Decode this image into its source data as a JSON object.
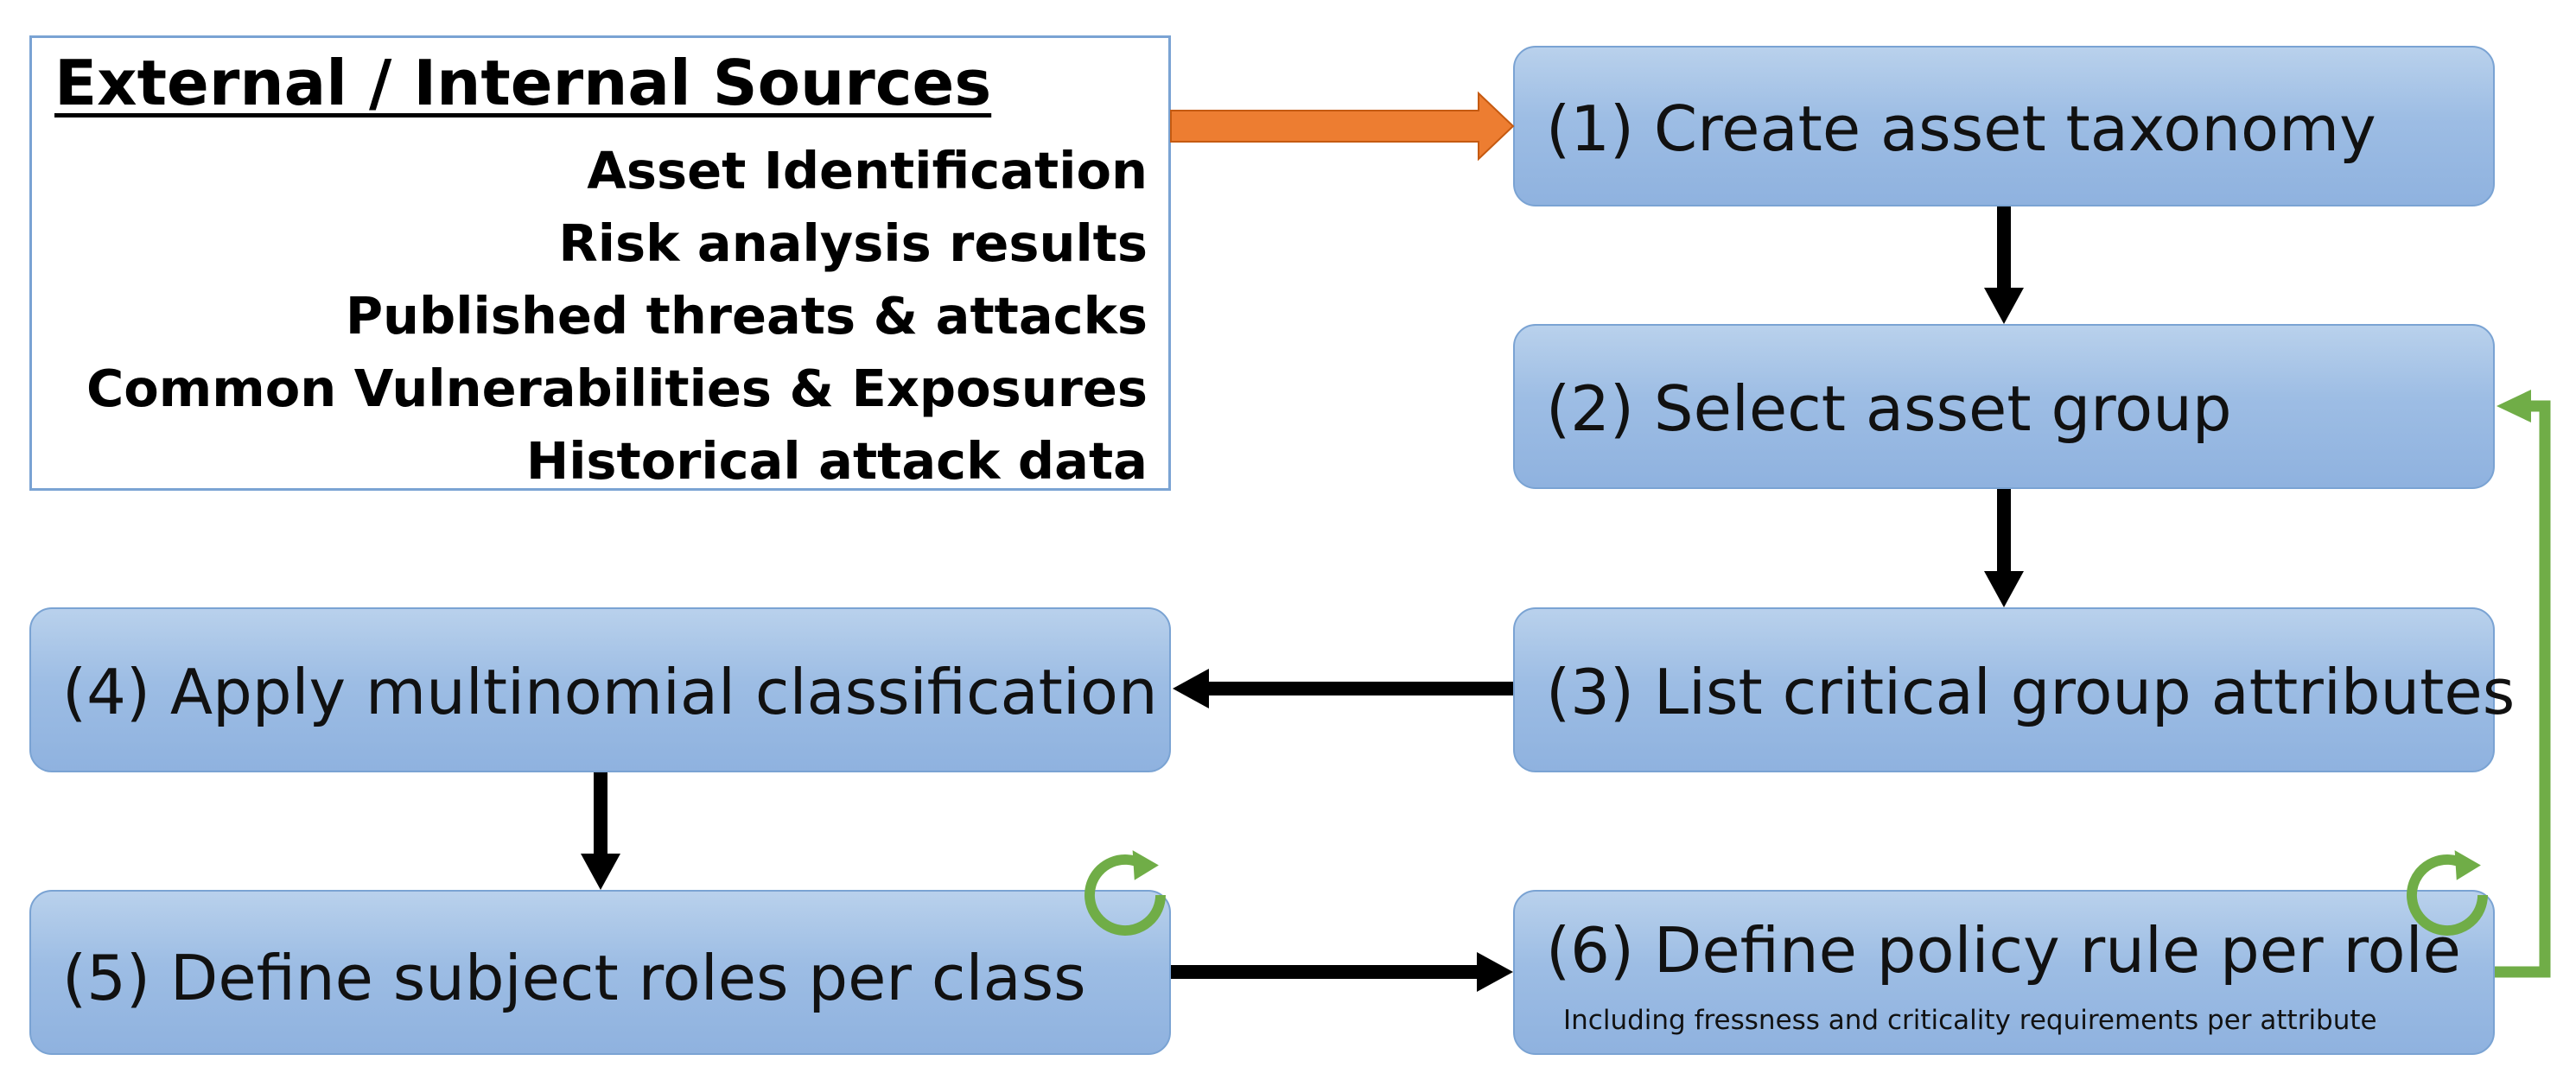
{
  "sources": {
    "title": "External / Internal Sources",
    "items": [
      "Asset Identification",
      "Risk analysis results",
      "Published threats & attacks",
      "Common Vulnerabilities & Exposures",
      "Historical attack data"
    ]
  },
  "steps": [
    {
      "label": "(1) Create asset taxonomy"
    },
    {
      "label": "(2) Select asset group"
    },
    {
      "label": "(3) List critical group attributes"
    },
    {
      "label": "(4) Apply multinomial classification"
    },
    {
      "label": "(5) Define subject roles per class"
    },
    {
      "label": "(6) Define policy rule per role",
      "sublabel": "Including fressness and criticality requirements per attribute"
    }
  ],
  "colors": {
    "box_fill": "#9dbde4",
    "box_border": "#7aa3d3",
    "arrow": "#000000",
    "source_arrow": "#ed7d31",
    "loop_arrow": "#70ad47"
  },
  "icons": [
    "refresh-cycle-icon",
    "refresh-cycle-icon"
  ]
}
